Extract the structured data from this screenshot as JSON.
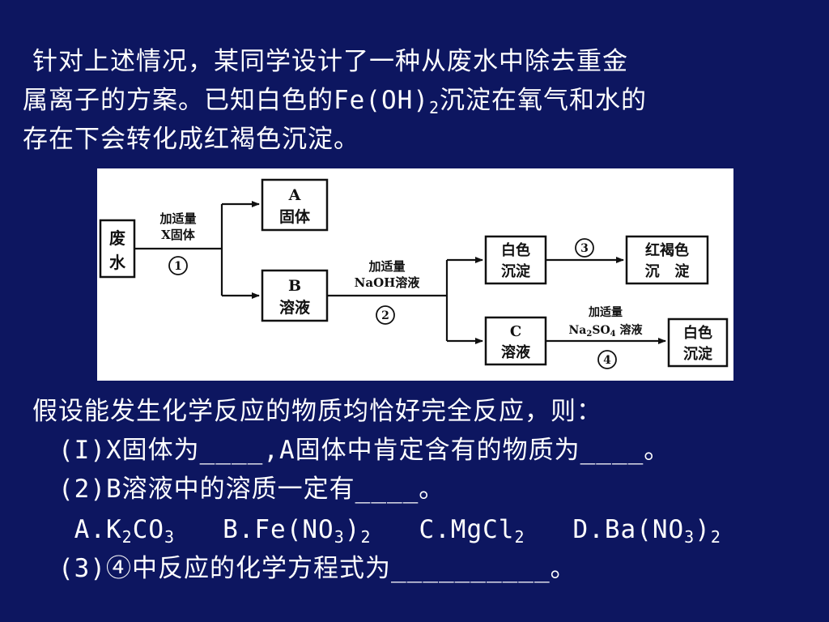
{
  "intro": {
    "line1": "  针对上述情况，某同学设计了一种从废水中除去重金",
    "line2_pre": "属离子的方案。已知白色的Fe(OH)",
    "line2_sub": "2",
    "line2_post": "沉淀在氧气和水的",
    "line3": "存在下会转化成红褐色沉淀。"
  },
  "diagram": {
    "waste_1": "废",
    "waste_2": "水",
    "step1_line1": "加适量",
    "step1_line2": "X固体",
    "step1_num": "①",
    "box_a_1": "A",
    "box_a_2": "固体",
    "box_b_1": "B",
    "box_b_2": "溶液",
    "step2_line1": "加适量",
    "step2_line2": "NaOH溶液",
    "step2_num": "②",
    "white_ppt_1": "白色",
    "white_ppt_2": "沉淀",
    "step3_num": "③",
    "red_ppt_1": "红褐色",
    "red_ppt_2": "沉   淀",
    "box_c_1": "C",
    "box_c_2": "溶液",
    "step4_line1": "加适量",
    "step4_line2_a": "Na",
    "step4_line2_sub1": "2",
    "step4_line2_b": "SO",
    "step4_line2_sub2": "4",
    "step4_line2_c": " 溶液",
    "step4_num": "④",
    "white_ppt2_1": "白色",
    "white_ppt2_2": "沉淀"
  },
  "question": {
    "assume": "  假设能发生化学反应的物质均恰好完全反应，则：",
    "q1": "(I)X固体为____,A固体中肯定含有的物质为____。",
    "q2": "(2)B溶液中的溶质一定有____。",
    "opt_a_pre": " A.K",
    "opt_a_s1": "2",
    "opt_a_mid": "CO",
    "opt_a_s2": "3",
    "opt_b_pre": "   B.Fe(NO",
    "opt_b_s1": "3",
    "opt_b_mid": ")",
    "opt_b_s2": "2",
    "opt_c_pre": "   C.MgCl",
    "opt_c_s1": "2",
    "opt_d_pre": "   D.Ba(NO",
    "opt_d_s1": "3",
    "opt_d_mid": ")",
    "opt_d_s2": "2",
    "q3": "(3)④中反应的化学方程式为__________。"
  }
}
